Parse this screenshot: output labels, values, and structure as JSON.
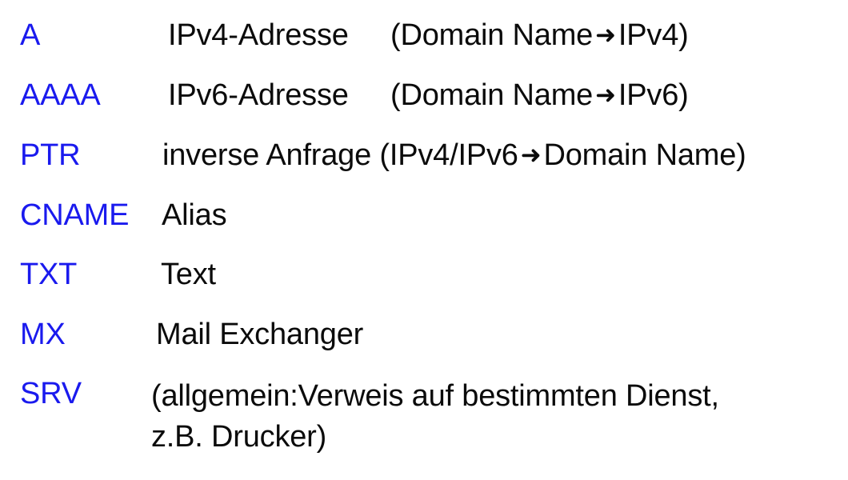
{
  "page": {
    "background_color": "#ffffff",
    "type_color": "#1a1aee",
    "text_color": "#0b0b0b",
    "arrow_glyph": "➜"
  },
  "records": [
    {
      "type": "A",
      "description": "IPv4-Adresse",
      "mapping_prefix": "(Domain Name",
      "mapping_suffix": "IPv4)",
      "arrow": "➜"
    },
    {
      "type": "AAAA",
      "description": "IPv6-Adresse",
      "mapping_prefix": "(Domain Name",
      "mapping_suffix": "IPv6)",
      "arrow": "➜"
    },
    {
      "type": "PTR",
      "description_prefix": "inverse Anfrage (IPv4/IPv6",
      "description_suffix": "Domain Name)",
      "arrow": "➜"
    },
    {
      "type": "CNAME",
      "description": "Alias"
    },
    {
      "type": "TXT",
      "description": "Text"
    },
    {
      "type": "MX",
      "description": "Mail Exchanger"
    },
    {
      "type": "SRV",
      "description": "(allgemein:Verweis auf bestimmten Dienst,\nz.B. Drucker)"
    }
  ]
}
